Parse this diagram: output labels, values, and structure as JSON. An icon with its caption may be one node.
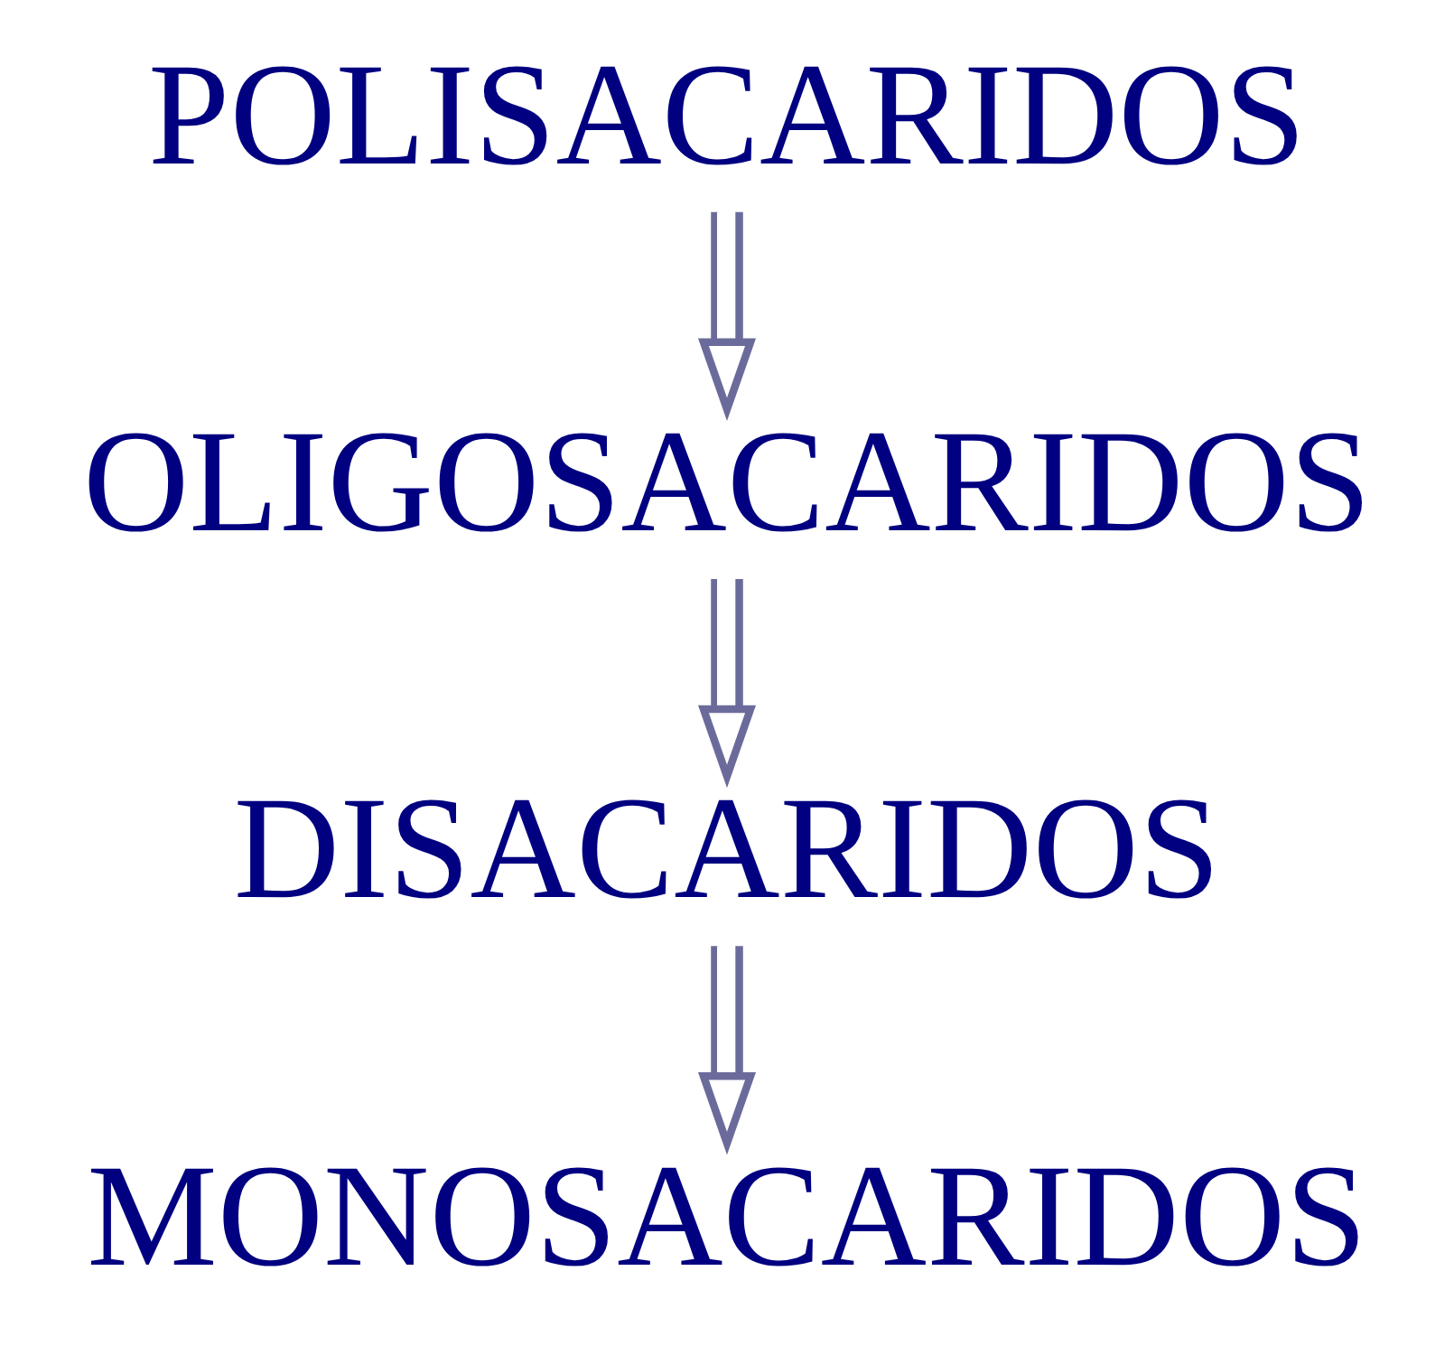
{
  "diagram": {
    "nodes": [
      {
        "text": [
          "POLISACARIDOS"
        ]
      },
      {
        "text": [
          "OLIGOSACARIDOS"
        ]
      },
      {
        "text": [
          "DISACARIDOS"
        ]
      },
      {
        "text": [
          "MONOSACARIDOS"
        ]
      }
    ],
    "edges": [
      {
        "from": 0,
        "to": 1,
        "arrow": "to"
      },
      {
        "from": 1,
        "to": 2,
        "arrow": "to"
      },
      {
        "from": 2,
        "to": 3,
        "arrow": "to"
      }
    ]
  }
}
